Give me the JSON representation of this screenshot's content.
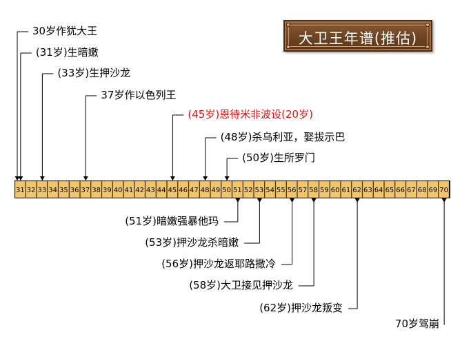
{
  "title": "大卫王年谱(推估)",
  "colors": {
    "cell": "#f3c56b",
    "highlight": "#e01010",
    "plaque": "#6e4424"
  },
  "timeline": {
    "ages": [
      31,
      32,
      33,
      34,
      35,
      36,
      37,
      38,
      39,
      40,
      41,
      42,
      43,
      44,
      45,
      46,
      47,
      48,
      49,
      50,
      51,
      52,
      53,
      54,
      55,
      56,
      57,
      58,
      59,
      60,
      61,
      62,
      63,
      64,
      65,
      66,
      67,
      68,
      69,
      70
    ]
  },
  "events_above": [
    {
      "age": 30,
      "text": "30岁作犹大王"
    },
    {
      "age": 31,
      "text": "(31岁)生暗嫩"
    },
    {
      "age": 33,
      "text": "(33岁)生押沙龙"
    },
    {
      "age": 37,
      "text": "37岁作以色列王"
    },
    {
      "age": 45,
      "text": "(45岁)恩待米非波设(20岁)",
      "highlight": true
    },
    {
      "age": 48,
      "text": "(48岁)杀乌利亚，娶拔示巴"
    },
    {
      "age": 50,
      "text": "(50岁)生所罗门"
    }
  ],
  "events_below": [
    {
      "age": 51,
      "text": "(51岁)暗嫩强暴他玛"
    },
    {
      "age": 53,
      "text": "(53岁)押沙龙杀暗嫩"
    },
    {
      "age": 56,
      "text": "(56岁)押沙龙返耶路撒冷"
    },
    {
      "age": 58,
      "text": "(58岁)大卫接见押沙龙"
    },
    {
      "age": 62,
      "text": "(62岁)押沙龙叛变"
    },
    {
      "age": 70,
      "text": "70岁驾崩"
    }
  ]
}
